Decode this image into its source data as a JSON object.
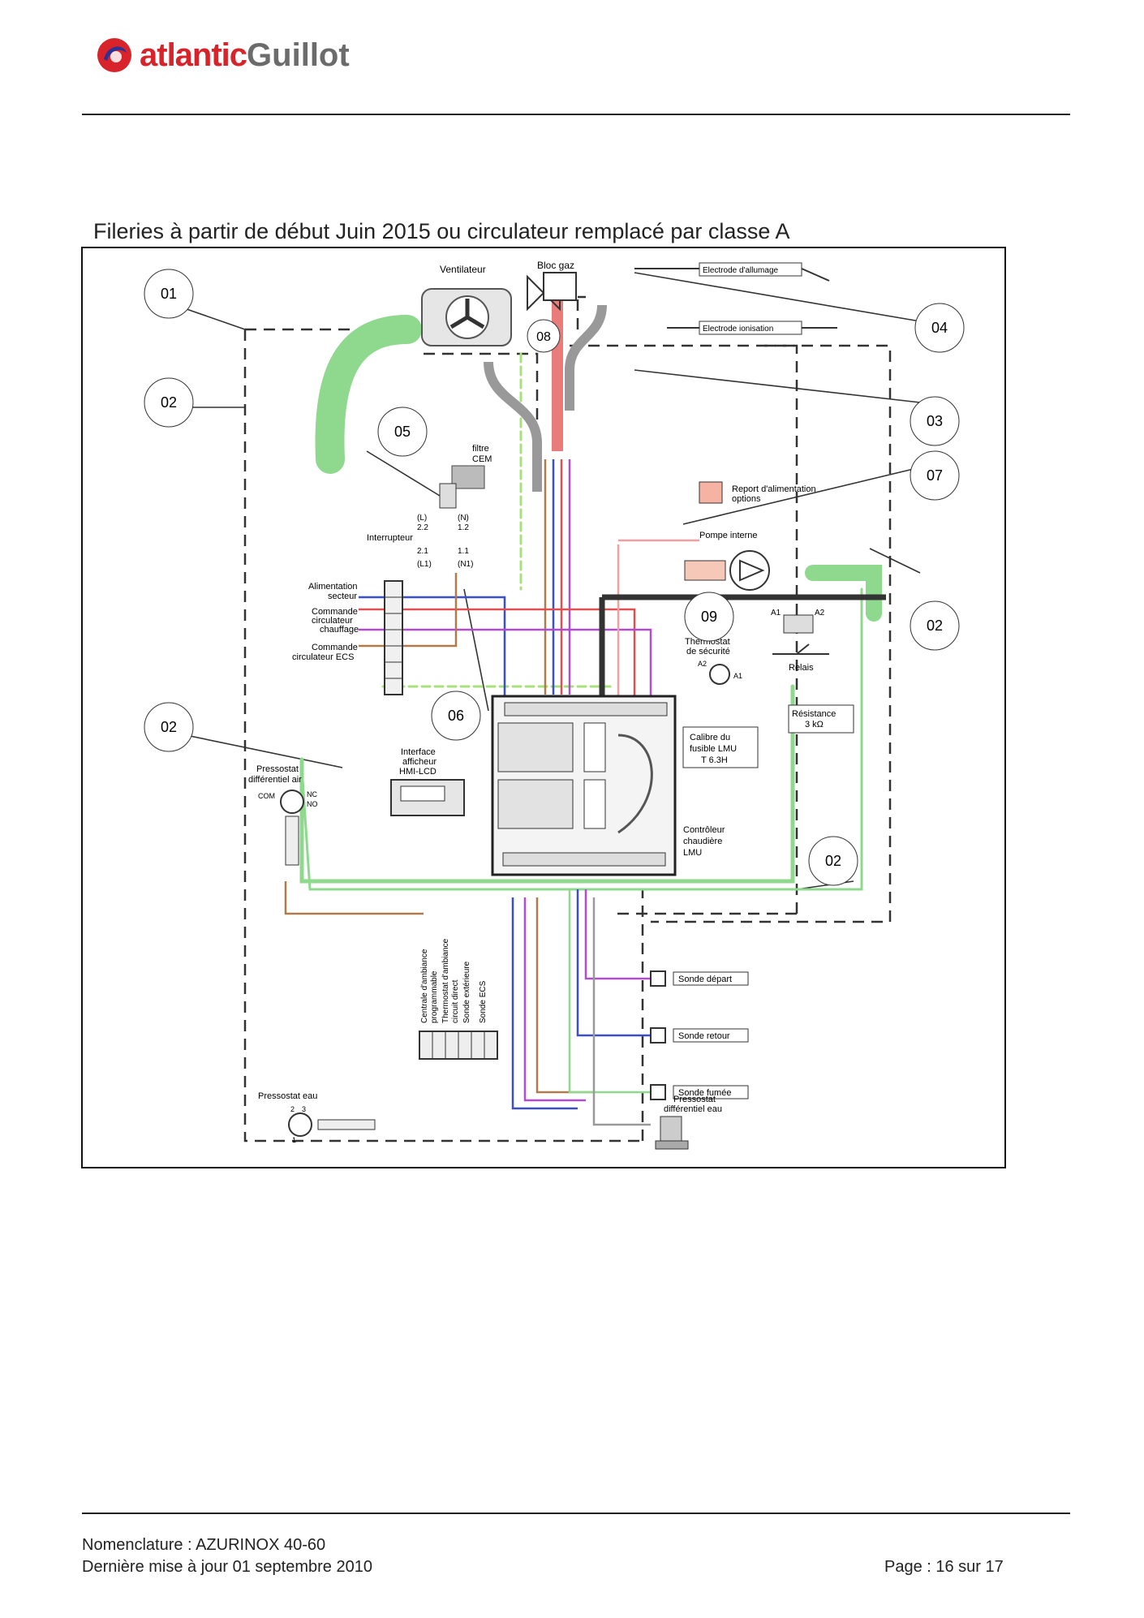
{
  "header": {
    "logo_part1": "atlantic",
    "logo_part2": "Guillot"
  },
  "section_title": "Fileries à partir de début Juin 2015 ou circulateur remplacé par classe A",
  "diagram": {
    "callouts": [
      "01",
      "02",
      "02",
      "02",
      "02",
      "03",
      "04",
      "05",
      "06",
      "07",
      "08",
      "09"
    ],
    "labels": {
      "ventilateur": "Ventilateur",
      "bloc_gaz": "Bloc gaz",
      "electrode_allumage": "Electrode d'allumage",
      "electrode_ionisation": "Electrode ionisation",
      "filtre_cem_1": "filtre",
      "filtre_cem_2": "CEM",
      "interrupteur": "Interrupteur",
      "report_alim_1": "Report d'alimentation",
      "report_alim_2": "options",
      "pompe_interne": "Pompe interne",
      "alimentation_secteur_1": "Alimentation",
      "alimentation_secteur_2": "secteur",
      "commande_circ_chauffage_1": "Commande",
      "commande_circ_chauffage_2": "circulateur",
      "commande_circ_chauffage_3": "chauffage",
      "commande_circ_ecs_1": "Commande",
      "commande_circ_ecs_2": "circulateur ECS",
      "thermostat_securite_1": "Thermostat",
      "thermostat_securite_2": "de sécurité",
      "relais": "Relais",
      "resistance_1": "Résistance",
      "resistance_2": "3 kΩ",
      "calibre_1": "Calibre du",
      "calibre_2": "fusible LMU",
      "calibre_3": "T 6.3H",
      "interface_1": "Interface",
      "interface_2": "afficheur",
      "interface_3": "HMI-LCD",
      "pressostat_air_1": "Pressostat",
      "pressostat_air_2": "différentiel air",
      "controleur_1": "Contrôleur",
      "controleur_2": "chaudière",
      "controleur_3": "LMU",
      "sonde_depart": "Sonde départ",
      "sonde_retour": "Sonde retour",
      "sonde_fumee": "Sonde fumée",
      "pressostat_eau": "Pressostat eau",
      "pressostat_diff_eau_1": "Pressostat",
      "pressostat_diff_eau_2": "différentiel eau",
      "v_centrale_1": "Centrale d'ambiance",
      "v_centrale_2": "programmable",
      "v_thermostat_1": "Thermostat d'ambiance",
      "v_thermostat_2": "circuit direct",
      "v_sonde_ext": "Sonde extérieure",
      "v_sonde_ecs": "Sonde ECS",
      "com": "COM",
      "nc": "NC",
      "no": "NO",
      "l": "(L)",
      "n": "(N)",
      "l1": "(L1)",
      "n1": "(N1)",
      "t22": "2.2",
      "t12": "1.2",
      "t21": "2.1",
      "t11": "1.1",
      "a1": "A1",
      "a2": "A2",
      "pe_2": "2",
      "pe_3": "3",
      "pe_1": "1"
    }
  },
  "footer": {
    "line1": "Nomenclature : AZURINOX 40-60",
    "line2": "Dernière mise à jour 01 septembre 2010",
    "page": "Page : 16 sur 17"
  },
  "colors": {
    "brand_red": "#d8232a",
    "brand_grey": "#6b6b6b",
    "wire_green": "#8fd98f",
    "wire_blue": "#3b4fc9",
    "wire_red": "#e05050",
    "wire_violet": "#b14bd1",
    "wire_brown": "#b07a4a"
  }
}
